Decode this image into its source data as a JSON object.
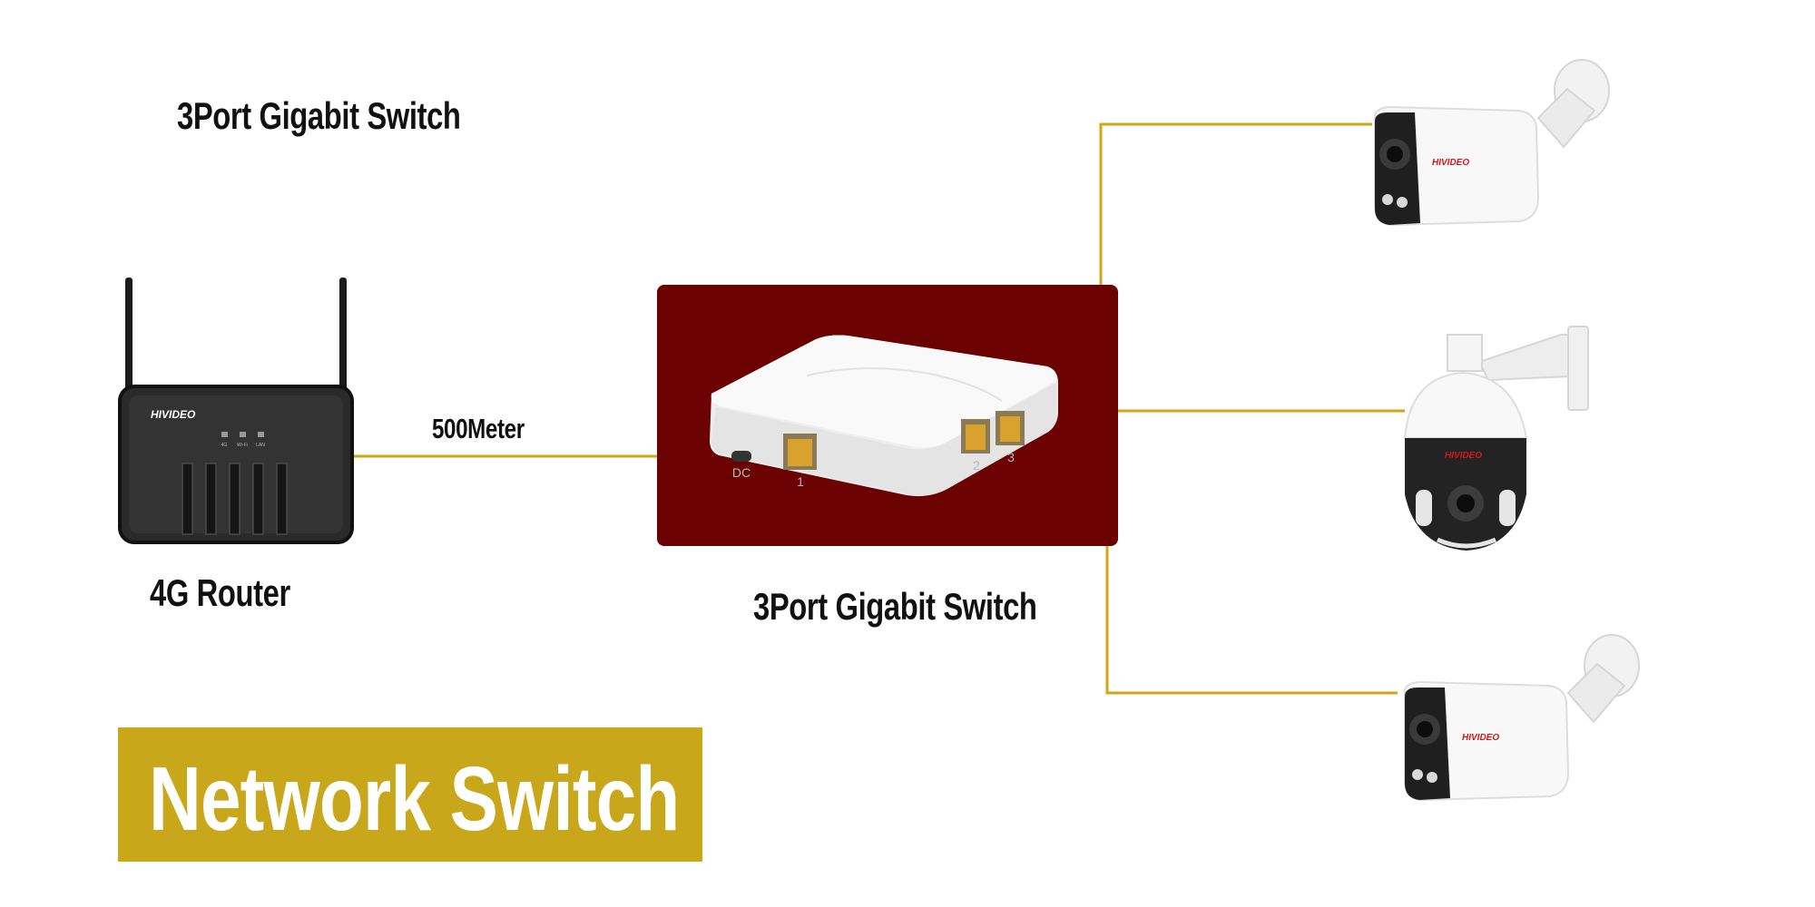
{
  "title": "3Port Gigabit Switch",
  "distance_label": "500Meter",
  "router": {
    "label": "4G Router",
    "brand": "HIVIDEO",
    "indicators": [
      "4G",
      "Wi-Fi",
      "LAN"
    ]
  },
  "switch": {
    "label": "3Port Gigabit Switch",
    "ports": [
      "1",
      "2",
      "3"
    ],
    "power_port": "DC"
  },
  "cameras": [
    {
      "brand": "HIVIDEO"
    },
    {
      "brand": "HIVIDEO"
    },
    {
      "brand": "HIVIDEO"
    }
  ],
  "banner": {
    "text": "Network Switch"
  },
  "colors": {
    "link": "#d1a617",
    "banner_bg": "#c9a71a",
    "switch_panel_bg": "#6b0101",
    "brand_red": "#d01818"
  }
}
